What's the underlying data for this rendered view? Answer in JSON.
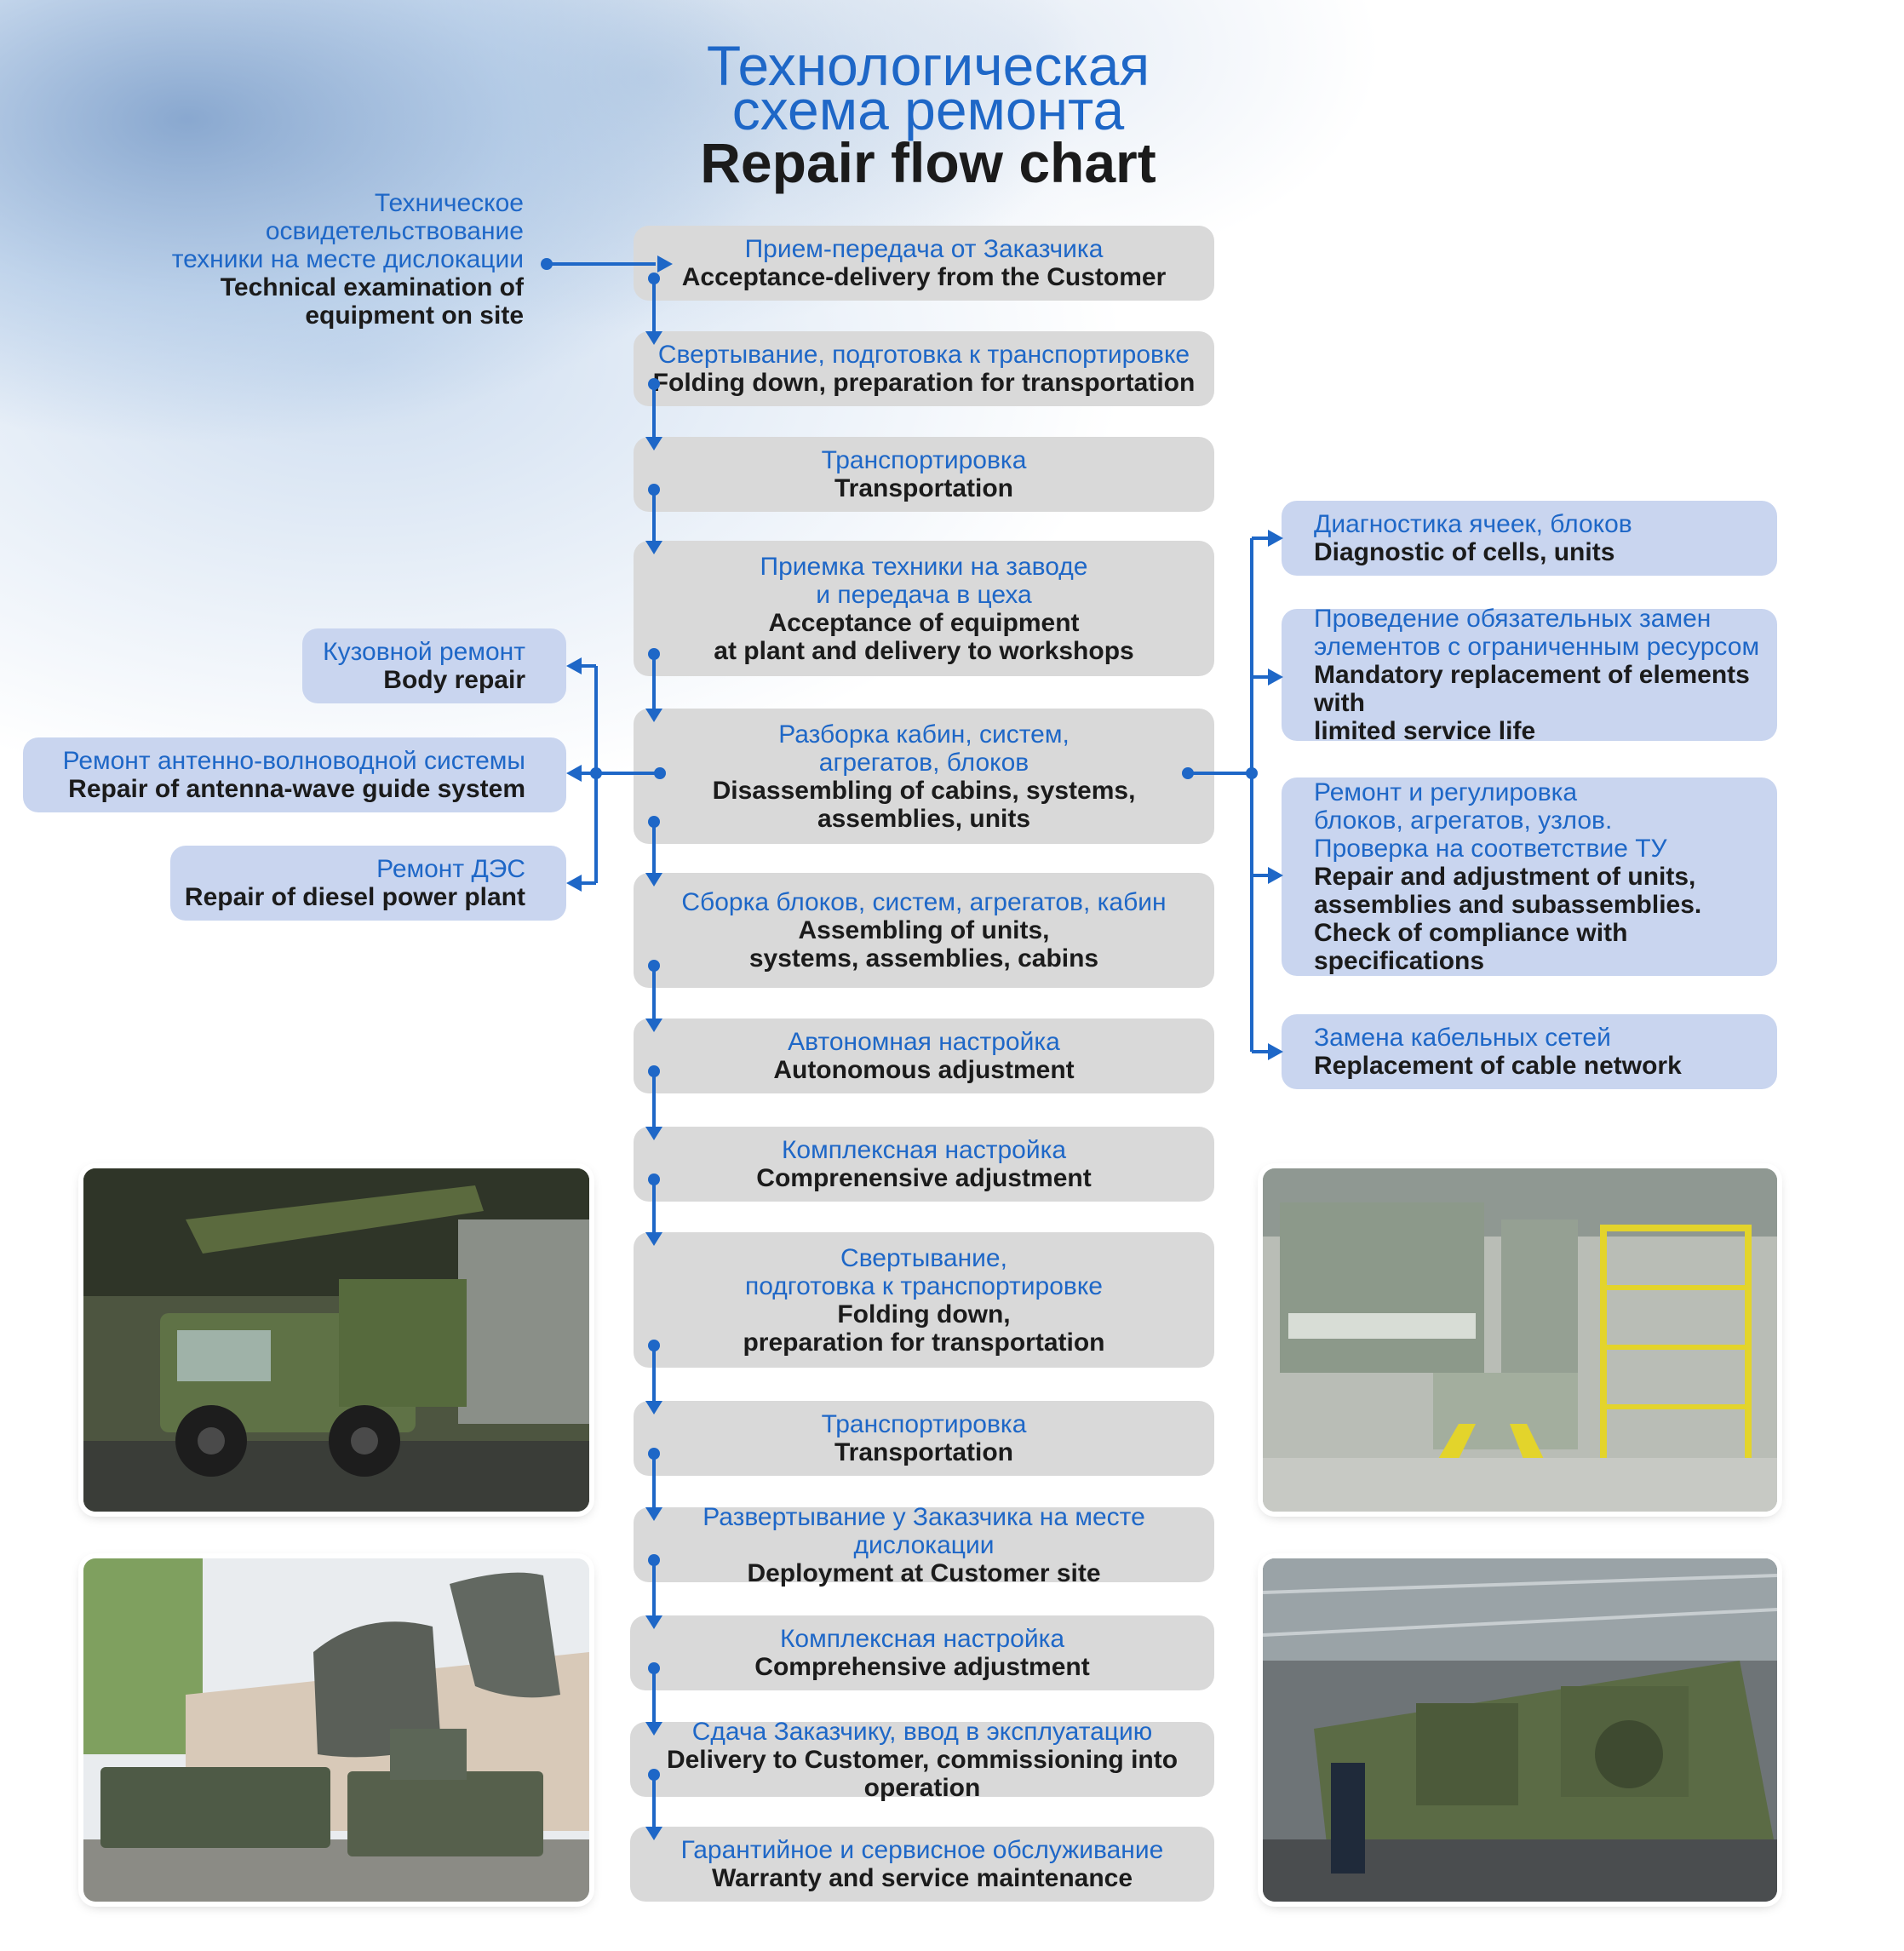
{
  "title": {
    "ru_line1": "Технологическая",
    "ru_line2": "схема ремонта",
    "en": "Repair flow chart"
  },
  "note": {
    "ru": [
      "Техническое",
      "освидетельствование",
      "техники на месте дислокации"
    ],
    "en": [
      "Technical examination of",
      "equipment on site"
    ]
  },
  "steps": [
    {
      "ru": [
        "Прием-передача от Заказчика"
      ],
      "en": [
        "Acceptance-delivery from the Customer"
      ]
    },
    {
      "ru": [
        "Свертывание, подготовка к транспортировке"
      ],
      "en": [
        "Folding down, preparation for transportation"
      ]
    },
    {
      "ru": [
        "Транспортировка"
      ],
      "en": [
        "Transportation"
      ]
    },
    {
      "ru": [
        "Приемка техники на заводе",
        "и передача в цеха"
      ],
      "en": [
        "Acceptance of equipment",
        "at plant and delivery to workshops"
      ]
    },
    {
      "ru": [
        "Разборка кабин, систем,",
        "агрегатов, блоков"
      ],
      "en": [
        "Disassembling of cabins, systems,",
        "assemblies, units"
      ]
    },
    {
      "ru": [
        "Сборка блоков, систем, агрегатов, кабин"
      ],
      "en": [
        "Assembling of units,",
        "systems, assemblies, cabins"
      ]
    },
    {
      "ru": [
        "Автономная настройка"
      ],
      "en": [
        "Autonomous adjustment"
      ]
    },
    {
      "ru": [
        "Комплексная настройка"
      ],
      "en": [
        "Comprenensive adjustment"
      ]
    },
    {
      "ru": [
        "Свертывание,",
        "подготовка к транспортировке"
      ],
      "en": [
        "Folding down,",
        "preparation for transportation"
      ]
    },
    {
      "ru": [
        "Транспортировка"
      ],
      "en": [
        "Transportation"
      ]
    },
    {
      "ru": [
        "Развертывание у Заказчика на месте дислокации"
      ],
      "en": [
        "Deployment at Customer site"
      ]
    },
    {
      "ru": [
        "Комплексная настройка"
      ],
      "en": [
        "Comprehensive adjustment"
      ]
    },
    {
      "ru": [
        "Сдача Заказчику, ввод в эксплуатацию"
      ],
      "en": [
        "Delivery to Customer, commissioning into operation"
      ]
    },
    {
      "ru": [
        "Гарантийное и сервисное обслуживание"
      ],
      "en": [
        "Warranty and service maintenance"
      ]
    }
  ],
  "left_branches": [
    {
      "ru": [
        "Кузовной ремонт"
      ],
      "en": [
        "Body repair"
      ]
    },
    {
      "ru": [
        "Ремонт антенно-волноводной системы"
      ],
      "en": [
        "Repair of antenna-wave guide system"
      ]
    },
    {
      "ru": [
        "Ремонт ДЭС"
      ],
      "en": [
        "Repair of diesel power plant"
      ]
    }
  ],
  "right_branches": [
    {
      "ru": [
        "Диагностика ячеек, блоков"
      ],
      "en": [
        "Diagnostic of cells, units"
      ]
    },
    {
      "ru": [
        "Проведение обязательных замен",
        "элементов с ограниченным ресурсом"
      ],
      "en": [
        "Mandatory replacement of elements with",
        "limited service life"
      ]
    },
    {
      "ru": [
        "Ремонт и регулировка",
        "блоков, агрегатов, узлов.",
        "Проверка на соответствие ТУ"
      ],
      "en": [
        "Repair and adjustment of units,",
        "assemblies and subassemblies.",
        "Check of compliance with specifications"
      ]
    },
    {
      "ru": [
        "Замена кабельных сетей"
      ],
      "en": [
        "Replacement of cable network"
      ]
    }
  ],
  "colors": {
    "accent_blue": "#1e67c7",
    "step_box": "#d9d9d9",
    "branch_box": "#c9d5ef",
    "text_dark": "#1b1b1b"
  },
  "photos": [
    {
      "name": "green-truck-photo"
    },
    {
      "name": "workshop-racks-photo"
    },
    {
      "name": "radar-antenna-photo"
    },
    {
      "name": "vehicle-assembly-photo"
    }
  ]
}
